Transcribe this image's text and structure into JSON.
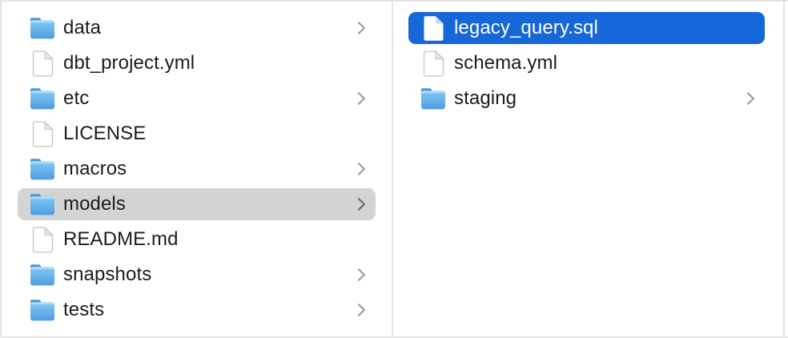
{
  "window": {
    "app": "Finder column view file browser"
  },
  "columns": {
    "left": {
      "name": "models parent directory listing",
      "items": [
        {
          "label": "data",
          "kind": "folder",
          "chevron": true,
          "selected": false
        },
        {
          "label": "dbt_project.yml",
          "kind": "file",
          "chevron": false,
          "selected": false
        },
        {
          "label": "etc",
          "kind": "folder",
          "chevron": true,
          "selected": false
        },
        {
          "label": "LICENSE",
          "kind": "file",
          "chevron": false,
          "selected": false
        },
        {
          "label": "macros",
          "kind": "folder",
          "chevron": true,
          "selected": false
        },
        {
          "label": "models",
          "kind": "folder",
          "chevron": true,
          "selected": true,
          "selection_style": "inactive-gray"
        },
        {
          "label": "README.md",
          "kind": "file",
          "chevron": false,
          "selected": false
        },
        {
          "label": "snapshots",
          "kind": "folder",
          "chevron": true,
          "selected": false
        },
        {
          "label": "tests",
          "kind": "folder",
          "chevron": true,
          "selected": false
        }
      ]
    },
    "right": {
      "name": "models directory listing",
      "items": [
        {
          "label": "legacy_query.sql",
          "kind": "file",
          "chevron": false,
          "selected": true,
          "selection_style": "active-blue"
        },
        {
          "label": "schema.yml",
          "kind": "file",
          "chevron": false,
          "selected": false
        },
        {
          "label": "staging",
          "kind": "folder",
          "chevron": true,
          "selected": false
        }
      ]
    }
  },
  "icons": {
    "folder": "folder-icon",
    "file": "document-icon",
    "chevron": "chevron-right-icon"
  },
  "colors": {
    "selection_active_blue": "#1667d8",
    "selection_inactive_gray": "#d4d4d4",
    "text": "#1c1c1e",
    "text_selected": "#ffffff",
    "chevron": "#9d9d9d",
    "chevron_on_selection": "#6b6b6b",
    "divider": "#e3e3e3",
    "background": "#ffffff",
    "folder_blue_light": "#8ccdf6",
    "folder_blue_dark": "#4f9de0",
    "folder_tab_blue": "#4b96d9",
    "file_border": "#c8c8c8",
    "file_fold": "#e8e8e8",
    "file_fold_on_blue": "#c9d9f0"
  }
}
